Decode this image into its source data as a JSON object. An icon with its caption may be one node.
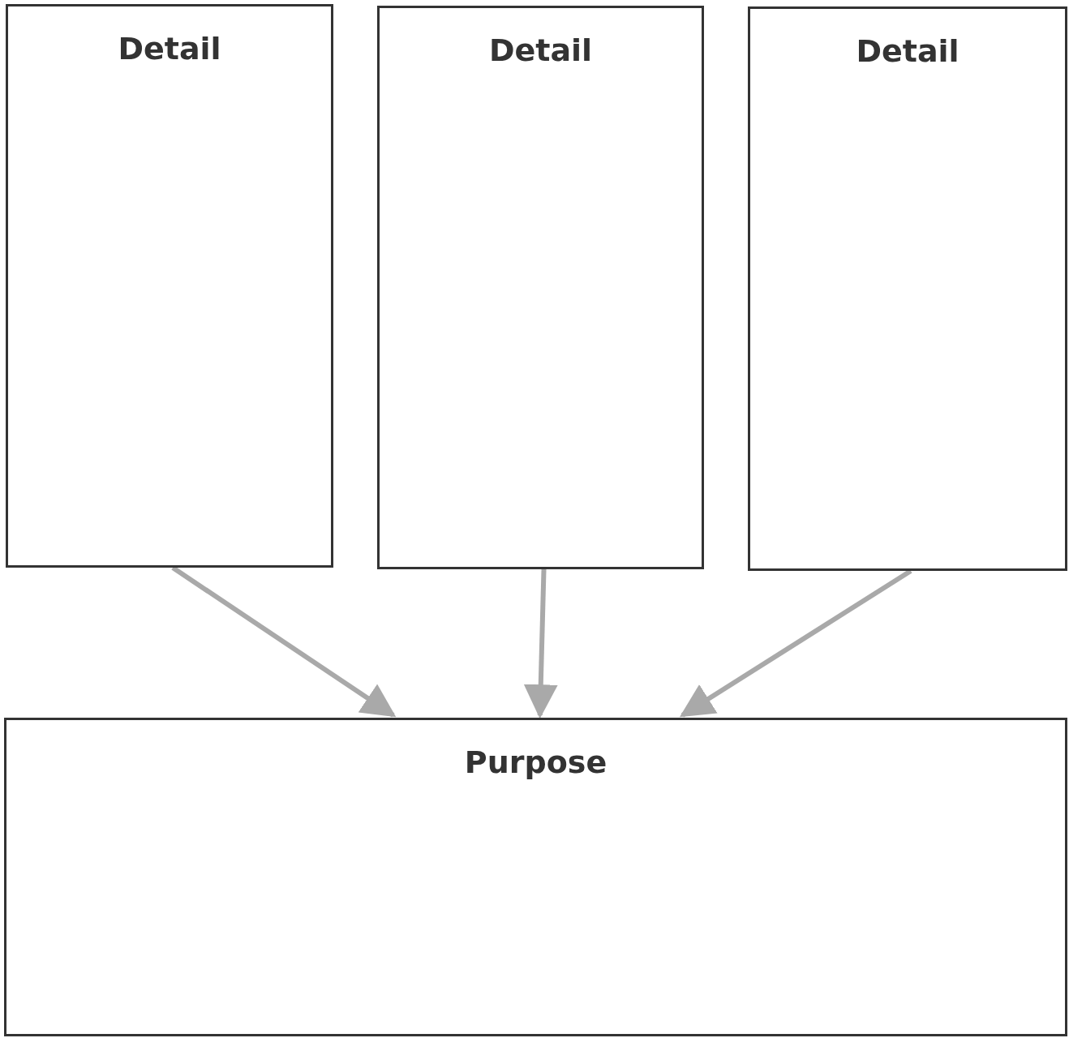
{
  "diagram": {
    "nodes": [
      {
        "text": [
          "Detail"
        ]
      },
      {
        "text": [
          "Detail"
        ]
      },
      {
        "text": [
          "Detail"
        ]
      },
      {
        "text": [
          "Purpose"
        ]
      }
    ],
    "edges": [
      {
        "from": 0,
        "to": 3,
        "arrow": "to"
      },
      {
        "from": 1,
        "to": 3,
        "arrow": "to"
      },
      {
        "from": 2,
        "to": 3,
        "arrow": "to"
      }
    ]
  }
}
